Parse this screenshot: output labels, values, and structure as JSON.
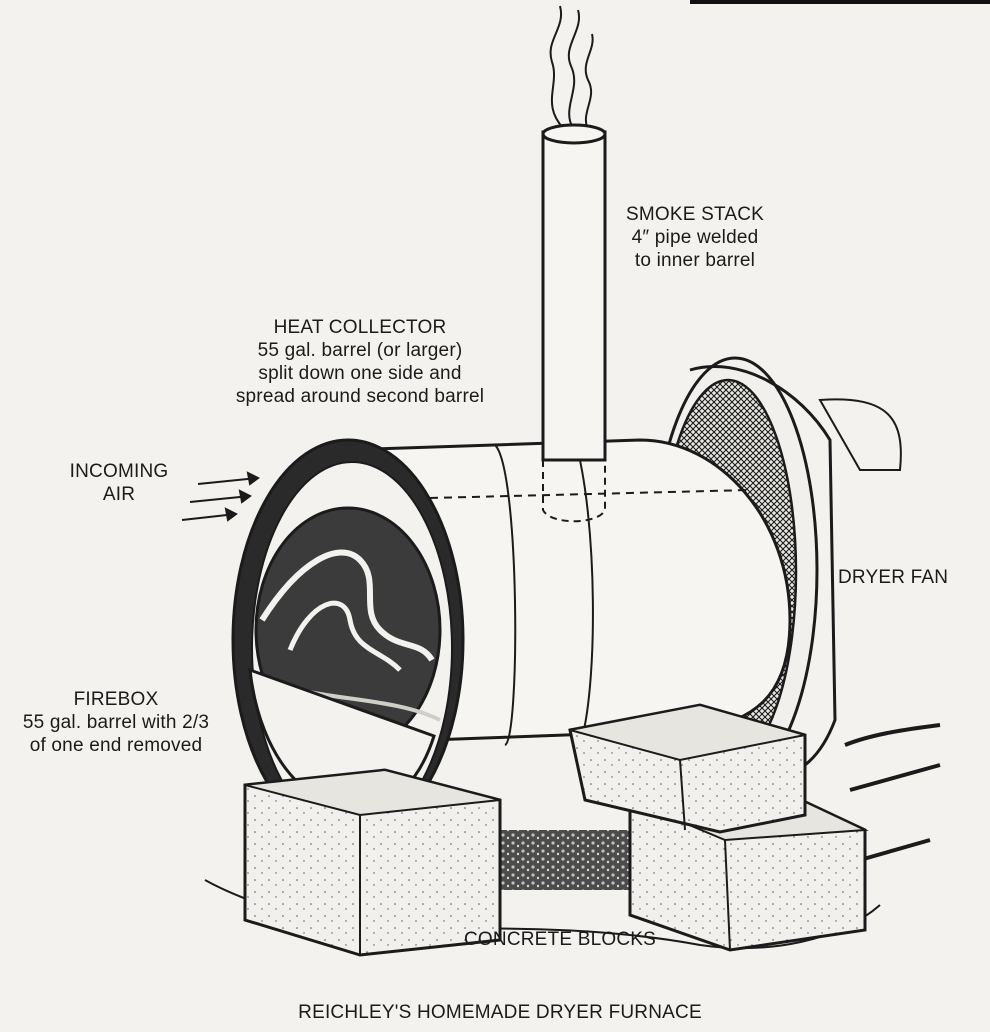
{
  "labels": {
    "smoke_stack": {
      "title": "SMOKE STACK",
      "line1": "4″ pipe welded",
      "line2": "to inner barrel"
    },
    "heat_collector": {
      "title": "HEAT COLLECTOR",
      "line1": "55 gal. barrel (or larger)",
      "line2": "split down one side and",
      "line3": "spread around second barrel"
    },
    "incoming_air": {
      "line1": "INCOMING",
      "line2": "AIR"
    },
    "dryer_fan": {
      "title": "DRYER FAN"
    },
    "firebox": {
      "title": "FIREBOX",
      "line1": "55 gal. barrel with 2/3",
      "line2": "of one end removed"
    },
    "concrete_blocks": {
      "title": "CONCRETE BLOCKS"
    }
  },
  "caption": "REICHLEY'S HOMEMADE DRYER FURNACE",
  "colors": {
    "paper": "#f3f2ee",
    "ink": "#1b1b1b"
  }
}
